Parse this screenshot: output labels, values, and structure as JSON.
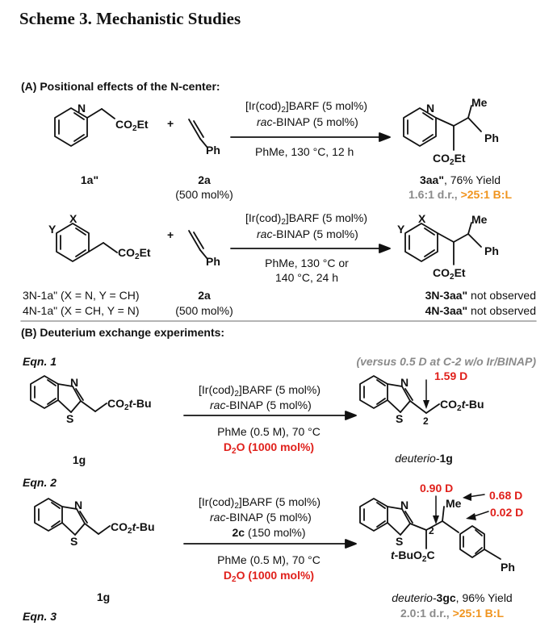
{
  "title": "Scheme 3. Mechanistic Studies",
  "section_a": {
    "heading": "(A) Positional effects of the N-center:",
    "row1": {
      "sm_label": "1a\"",
      "reagent_label": "2a",
      "reagent_amount": "(500 mol%)",
      "cond_catalyst": "[Ir(cod)",
      "cond_catalyst_tail": "]BARF (5 mol%)",
      "cond_ligand_prefix": "rac",
      "cond_ligand": "-BINAP (5 mol%)",
      "cond_solvent": "PhMe, 130 °C, 12 h",
      "product_label": "3aa\"",
      "product_yield": ", 76% Yield",
      "product_dr": "1.6:1 d.r., ",
      "product_bl": ">25:1 B:L"
    },
    "row2": {
      "sm_label_3": "3N-1a\" (X = N, Y = CH)",
      "sm_label_4": "4N-1a\" (X = CH, Y = N)",
      "reagent_label": "2a",
      "reagent_amount": "(500 mol%)",
      "cond_solvent_1": "PhMe, 130 °C or",
      "cond_solvent_2": "140 °C, 24 h",
      "product_3_label": "3N-3aa\"",
      "product_4_label": "4N-3aa\"",
      "not_observed": " not observed"
    }
  },
  "section_b": {
    "heading": "(B) Deuterium exchange experiments:",
    "eqn1": {
      "label": "Eqn. 1",
      "note": "(versus 0.5 D at C-2 w/o Ir/BINAP)",
      "sm_label": "1g",
      "cond_solvent": "PhMe (0.5 M), 70 °C",
      "cond_d2o": "D",
      "cond_d2o_tail": "O (1000 mol%)",
      "d_label": "1.59 D",
      "position": "2",
      "product_prefix": "deuterio-",
      "product_label": "1g"
    },
    "eqn2": {
      "label": "Eqn. 2",
      "sm_label": "1g",
      "cond_additive": "2c",
      "cond_additive_amount": " (150 mol%)",
      "d_label_1": "0.90 D",
      "d_label_2": "0.68 D",
      "d_label_3": "0.02 D",
      "position": "2",
      "product_prefix": "deuterio-",
      "product_label": "3gc",
      "product_yield": ", 96% Yield",
      "product_dr": "2.0:1 d.r., ",
      "product_bl": ">25:1 B:L"
    },
    "eqn3": {
      "label": "Eqn. 3"
    }
  },
  "atoms": {
    "N": "N",
    "S": "S",
    "X": "X",
    "Y": "Y",
    "Me": "Me",
    "Ph": "Ph",
    "co2et": "CO",
    "et": "Et",
    "co2tbu": "CO",
    "tbu": "t",
    "bu": "-Bu",
    "tbuo2c_t": "t",
    "tbuo2c": "-BuO",
    "tbuo2c_c": "C",
    "two": "2",
    "plus": "+"
  },
  "colors": {
    "red": "#e0201b",
    "orange": "#f0941e",
    "gray": "#8a8a8a"
  }
}
